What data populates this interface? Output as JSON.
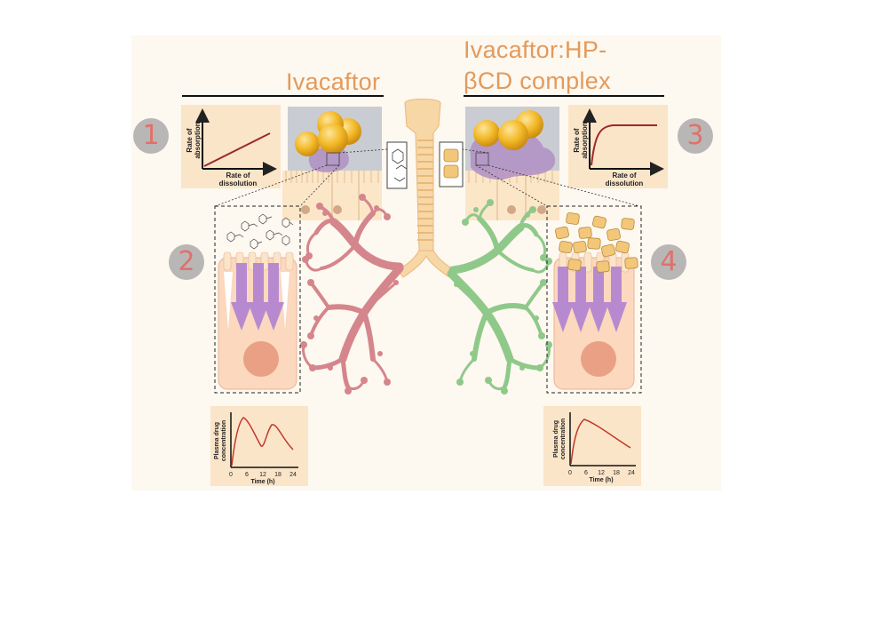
{
  "titles": {
    "left": "Ivacaftor",
    "right_line1": "Ivacaftor:HP-",
    "right_line2": "βCD complex"
  },
  "steps": [
    "1",
    "2",
    "3",
    "4"
  ],
  "absorption_graphs": {
    "ylabel_line1": "Rate of",
    "ylabel_line2": "absorption",
    "xlabel_line1": "Rate of",
    "xlabel_line2": "dissolution"
  },
  "pk_graphs": {
    "ylabel_line1": "Plasma drug",
    "ylabel_line2": "concentration",
    "xlabel": "Time (h)",
    "xticks": [
      "0",
      "6",
      "12",
      "18",
      "24"
    ]
  },
  "colors": {
    "title": "#e39a5b",
    "step_circle": "#b9b7b5",
    "step_number": "#e1706c",
    "graph_bg": "#fbe5c9",
    "curve": "#9b2a2a",
    "left_lung": "#d4868c",
    "right_lung": "#8fc98a",
    "trachea": "#f8d7a6",
    "mucus": "#b08ec3",
    "drug_particle": "#f3b928",
    "arrow": "#b78ad0"
  }
}
